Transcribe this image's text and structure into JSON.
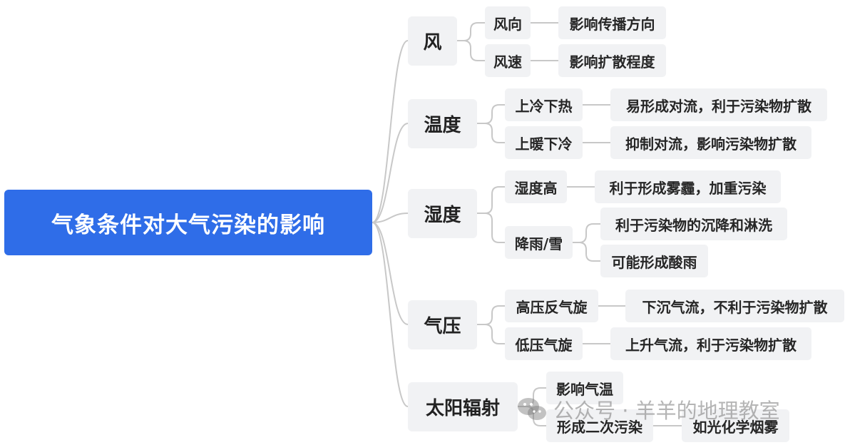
{
  "root": {
    "label": "气象条件对大气污染的影响"
  },
  "branches": [
    {
      "label": "风",
      "children": [
        {
          "label": "风向",
          "effects": [
            "影响传播方向"
          ]
        },
        {
          "label": "风速",
          "effects": [
            "影响扩散程度"
          ]
        }
      ]
    },
    {
      "label": "温度",
      "children": [
        {
          "label": "上冷下热",
          "effects": [
            "易形成对流，利于污染物扩散"
          ]
        },
        {
          "label": "上暖下冷",
          "effects": [
            "抑制对流，影响污染物扩散"
          ]
        }
      ]
    },
    {
      "label": "湿度",
      "children": [
        {
          "label": "湿度高",
          "effects": [
            "利于形成雾霾，加重污染"
          ]
        },
        {
          "label": "降雨/雪",
          "effects": [
            "利于污染物的沉降和淋洗",
            "可能形成酸雨"
          ]
        }
      ]
    },
    {
      "label": "气压",
      "children": [
        {
          "label": "高压反气旋",
          "effects": [
            "下沉气流，不利于污染物扩散"
          ]
        },
        {
          "label": "低压气旋",
          "effects": [
            "上升气流，利于污染物扩散"
          ]
        }
      ]
    },
    {
      "label": "太阳辐射",
      "children": [
        {
          "label": "影响气温",
          "effects": []
        },
        {
          "label": "形成二次污染",
          "effects": [
            "如光化学烟雾"
          ]
        }
      ]
    }
  ],
  "watermark": {
    "text": "公众号 · 羊羊的地理教室",
    "icon": "wechat-icon"
  },
  "colors": {
    "root_bg": "#2f6de8",
    "node_bg": "#f1f2f4",
    "line": "#c8c8c8"
  }
}
